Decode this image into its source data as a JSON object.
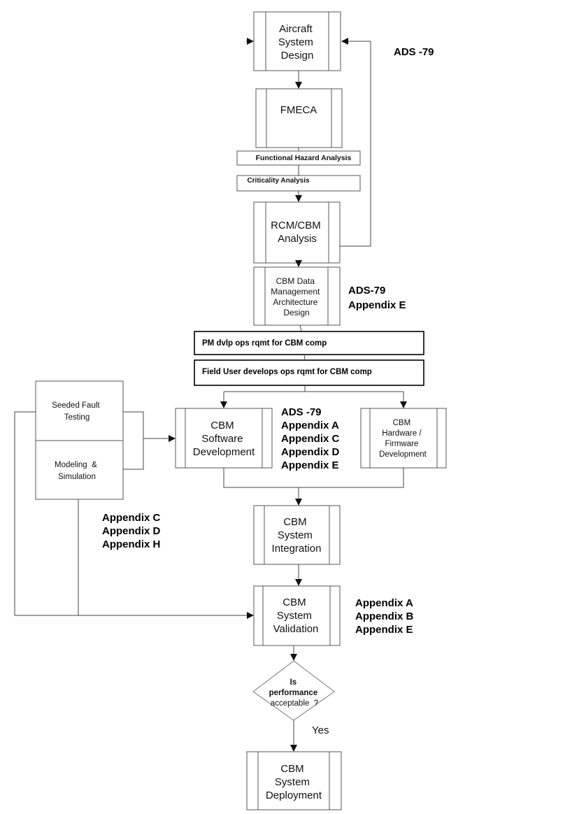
{
  "boxes": {
    "aircraft_design": [
      "Aircraft",
      "System",
      "Design"
    ],
    "fmeca": [
      "FMECA"
    ],
    "functional_hazard": [
      "Functional Hazard Analysis"
    ],
    "criticality": [
      "Criticality Analysis"
    ],
    "rcm_cbm": [
      "RCM/CBM",
      "Analysis"
    ],
    "data_mgmt": [
      "CBM Data",
      "Management",
      "Architecture",
      "Design"
    ],
    "pm_dvlp": [
      "PM dvlp ops rqmt for CBM comp"
    ],
    "field_user": [
      "Field User develops ops rqmt for CBM comp"
    ],
    "seeded_fault": [
      "Seeded Fault",
      "Testing"
    ],
    "modeling": [
      "Modeling  &",
      "Simulation"
    ],
    "software_dev": [
      "CBM",
      "Software",
      "Development"
    ],
    "hardware_dev": [
      "CBM",
      "Hardware /",
      "Firmware",
      "Development"
    ],
    "integration": [
      "CBM",
      "System",
      "Integration"
    ],
    "validation": [
      "CBM",
      "System",
      "Validation"
    ],
    "decision": [
      "Is",
      "performance",
      "acceptable  ?"
    ],
    "deployment": [
      "CBM",
      "System",
      "Deployment"
    ]
  },
  "annotations": {
    "ads_top": [
      "ADS -79"
    ],
    "ads_data_mgmt": [
      "ADS-79",
      "Appendix E"
    ],
    "ads_software": [
      "ADS -79",
      "Appendix A",
      "Appendix C",
      "Appendix D",
      "Appendix E"
    ],
    "appendix_left": [
      "Appendix C",
      "Appendix D",
      "Appendix H"
    ],
    "appendix_validation": [
      "Appendix A",
      "Appendix B",
      "Appendix E"
    ]
  },
  "edge_labels": {
    "yes": "Yes"
  }
}
